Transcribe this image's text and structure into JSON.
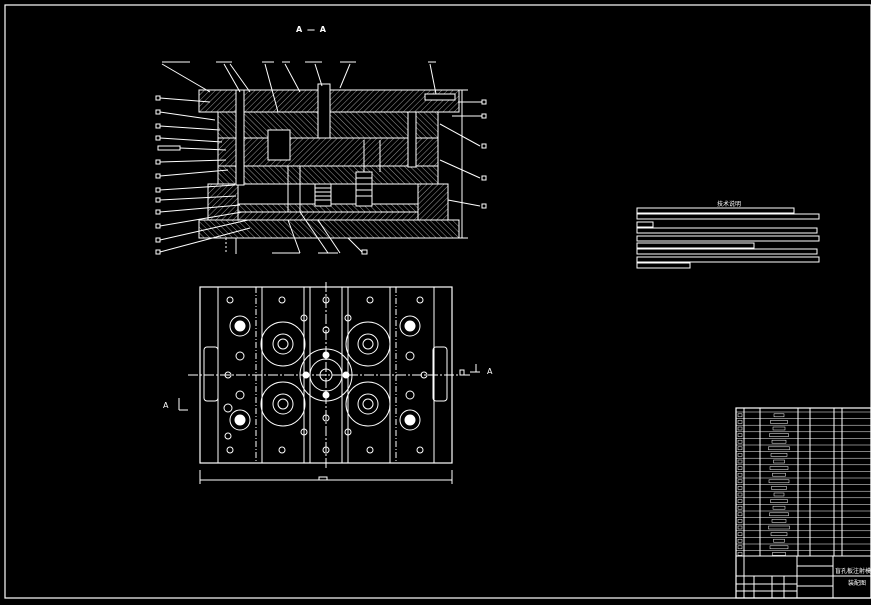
{
  "drawing": {
    "section_title": "A — A",
    "tech_requirements_title": "技术说明",
    "view_label_left": "A",
    "view_label_right": "A",
    "title_block_name_line1": "盲孔板注射模",
    "title_block_name_line2": "装配图"
  },
  "colors": {
    "background": "#000000",
    "line": "#ffffff"
  }
}
